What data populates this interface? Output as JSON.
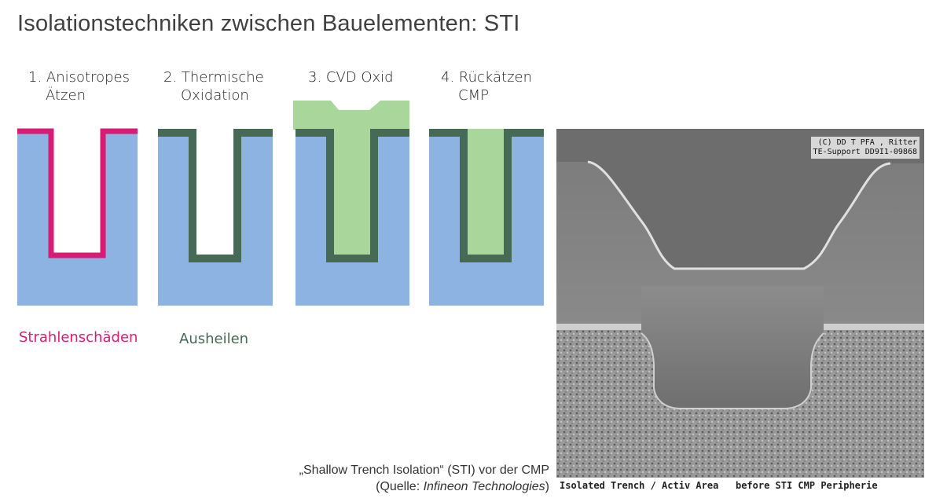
{
  "title": "Isolationstechniken zwischen Bauelementen: STI",
  "steps": [
    {
      "line1": "1. Anisotropes",
      "line2": "Ätzen"
    },
    {
      "line1": "2. Thermische",
      "line2": "Oxidation"
    },
    {
      "line1": "3. CVD Oxid",
      "line2": ""
    },
    {
      "line1": "4. Rückätzen",
      "line2": "CMP"
    }
  ],
  "notes": {
    "damage": "Strahlenschäden",
    "anneal": "Ausheilen"
  },
  "colors": {
    "substrate": "#8db3e2",
    "damage": "#d81b74",
    "thermal_oxide": "#466a55",
    "cvd_oxide": "#a9d69a",
    "title": "#404040"
  },
  "sem": {
    "stamp_line1": "(C) DD T PFA , Ritter",
    "stamp_line2": "TE-Support DD9I1-09868",
    "caption": "Isolated Trench / Activ Area   before STI CMP Peripherie"
  },
  "caption": {
    "line1": "„Shallow Trench Isolation“ (STI) vor der CMP",
    "line2_prefix": "(Quelle: ",
    "line2_source": "Infineon Technologies",
    "line2_suffix": ")"
  }
}
